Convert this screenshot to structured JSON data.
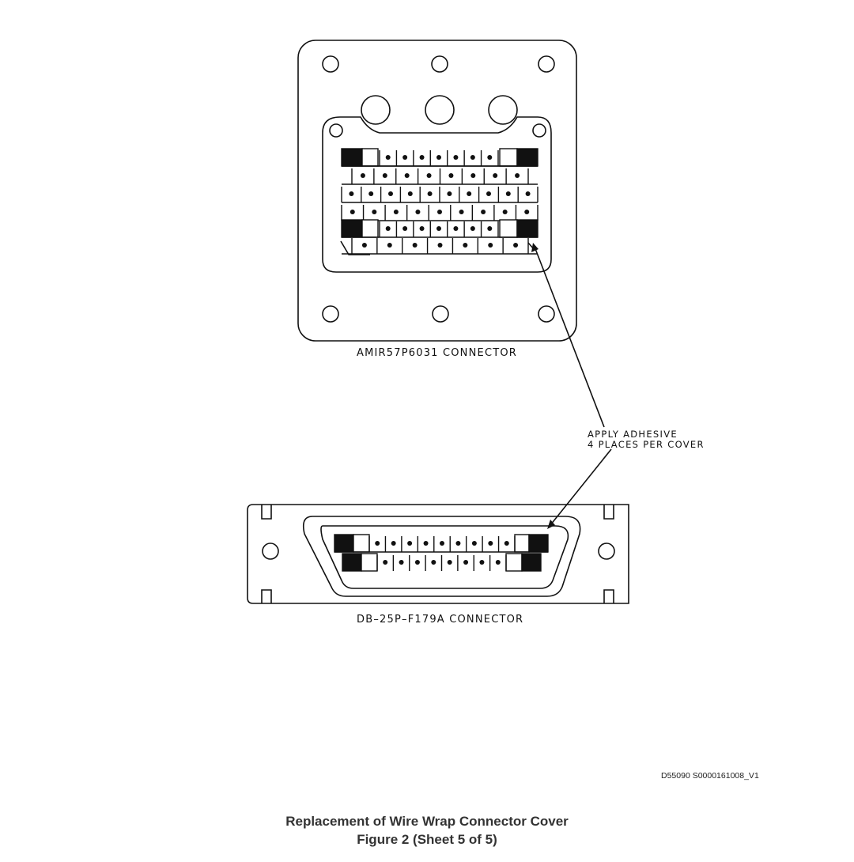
{
  "diagram": {
    "top_connector_label": "AMIR57P6031 CONNECTOR",
    "bottom_connector_label": "DB–25P–F179A  CONNECTOR",
    "callout_line1": "APPLY ADHESIVE",
    "callout_line2": "4 PLACES PER COVER",
    "document_id": "D55090 S0000161008_V1"
  },
  "caption": {
    "title": "Replacement of Wire Wrap Connector Cover",
    "subtitle": "Figure 2  (Sheet 5 of 5)"
  }
}
